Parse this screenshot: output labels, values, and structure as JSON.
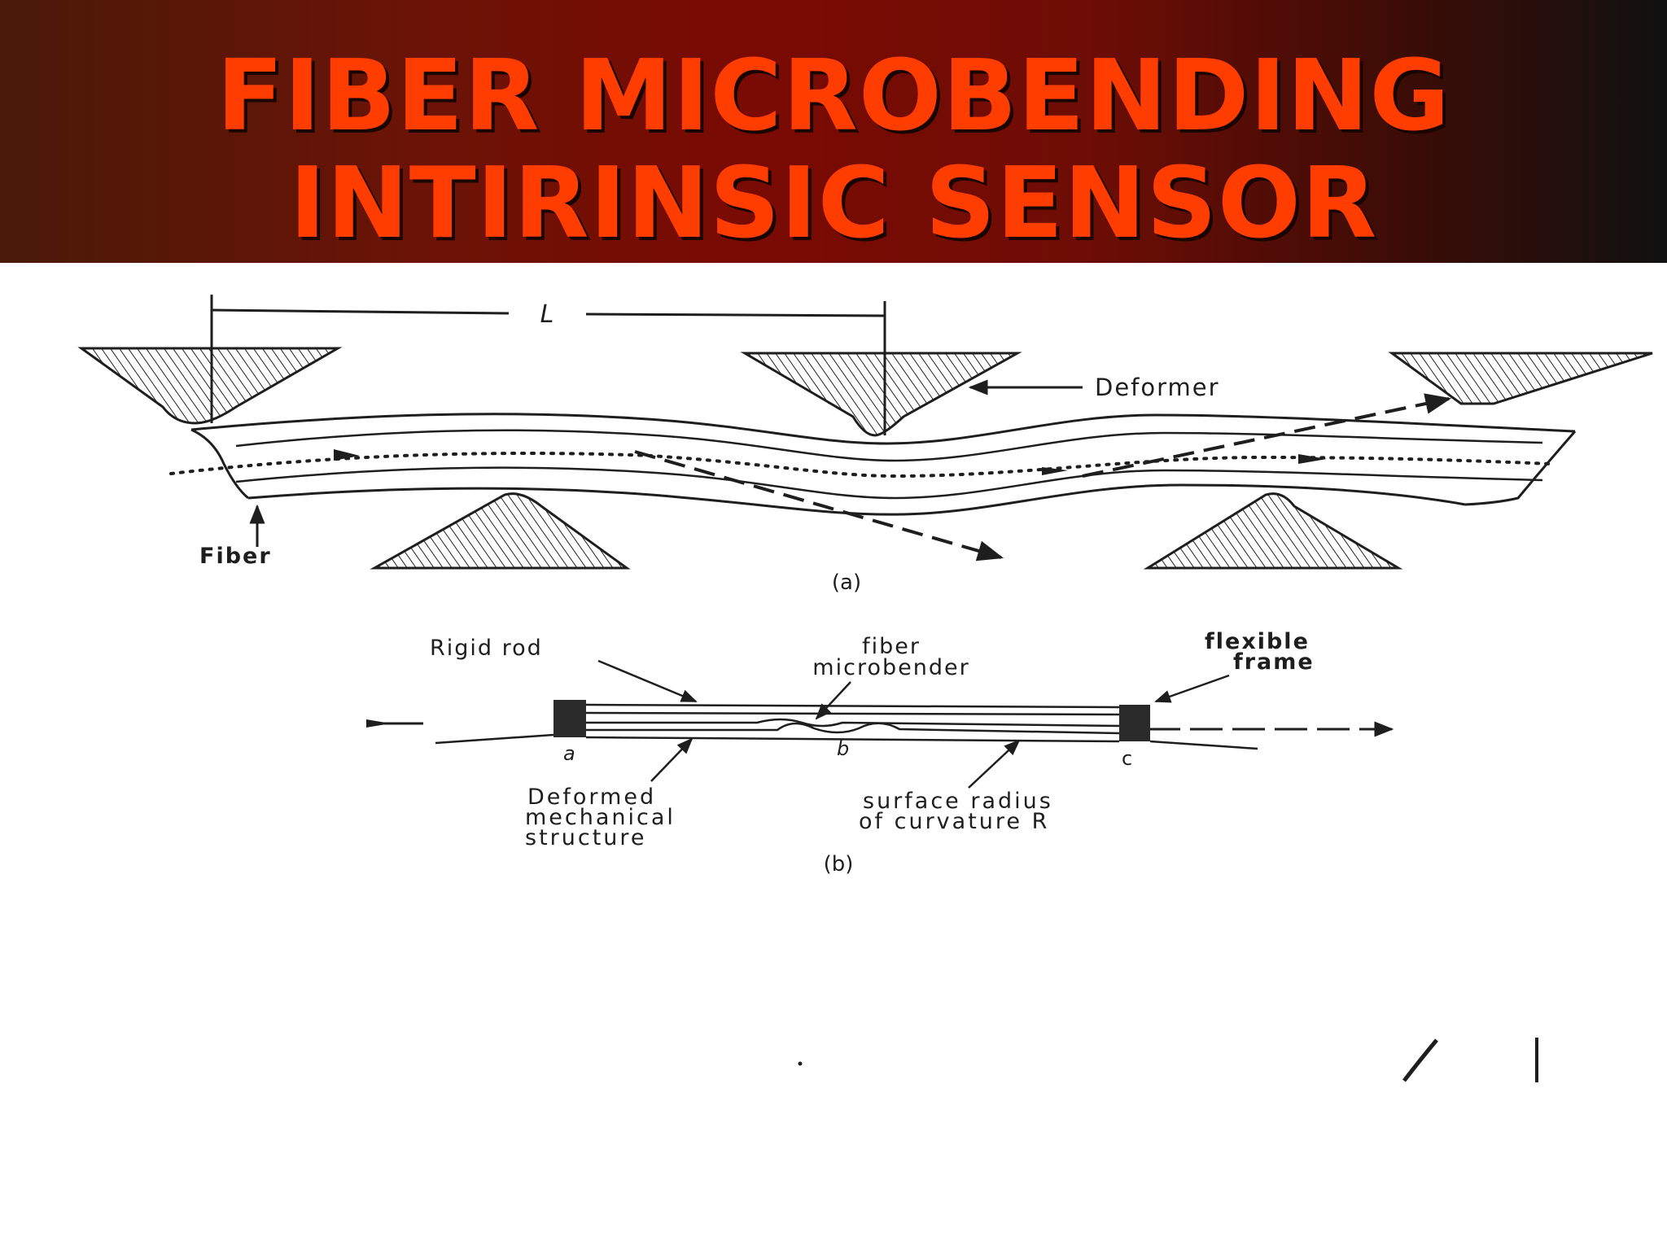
{
  "title": {
    "line1": "FIBER MICROBENDING",
    "line2": "INTIRINSIC SENSOR"
  },
  "figure_a": {
    "label_length": "L",
    "label_deformer": "Deformer",
    "label_fiber": "Fiber",
    "caption": "(a)"
  },
  "figure_b": {
    "label_rigid_rod": "Rigid rod",
    "label_microbender_1": "fiber",
    "label_microbender_2": "microbender",
    "label_flexible_1": "flexible",
    "label_flexible_2": "frame",
    "point_a": "a",
    "point_b": "b",
    "point_c": "c",
    "label_deformed_1": "Deformed",
    "label_deformed_2": "mechanical",
    "label_deformed_3": "structure",
    "label_surface_1": "surface radius",
    "label_surface_2": "of curvature R",
    "caption": "(b)"
  },
  "colors": {
    "title_text": "#ff3d00",
    "header_dark_red": "#7a0a04",
    "ink": "#1e1e1e"
  }
}
